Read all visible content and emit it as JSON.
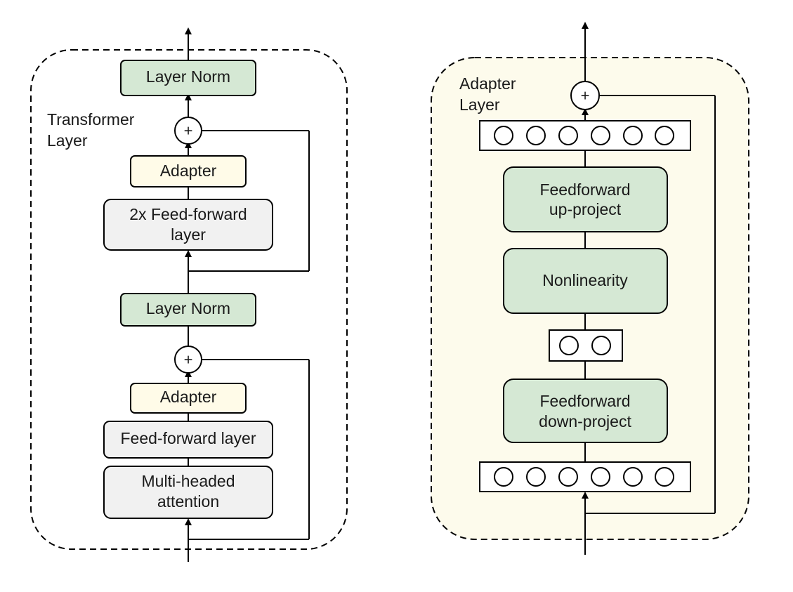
{
  "colors": {
    "green": "#d5e8d4",
    "cream": "#fffbe8",
    "grey": "#f1f1f1",
    "adapter_bg": "#fdfbec",
    "stroke": "#000000"
  },
  "transformer": {
    "title_line1": "Transformer",
    "title_line2": "Layer",
    "layer_norm_top": "Layer Norm",
    "adapter_top": "Adapter",
    "ffn2x_line1": "2x Feed-forward",
    "ffn2x_line2": "layer",
    "layer_norm_mid": "Layer Norm",
    "adapter_bottom": "Adapter",
    "ffn": "Feed-forward layer",
    "attention_line1": "Multi-headed",
    "attention_line2": "attention",
    "plus": "+"
  },
  "adapter_layer": {
    "title_line1": "Adapter",
    "title_line2": "Layer",
    "up_line1": "Feedforward",
    "up_line2": "up-project",
    "nonlinearity": "Nonlinearity",
    "down_line1": "Feedforward",
    "down_line2": "down-project",
    "plus": "+",
    "wide_vector_units": 6,
    "bottleneck_units": 2
  }
}
